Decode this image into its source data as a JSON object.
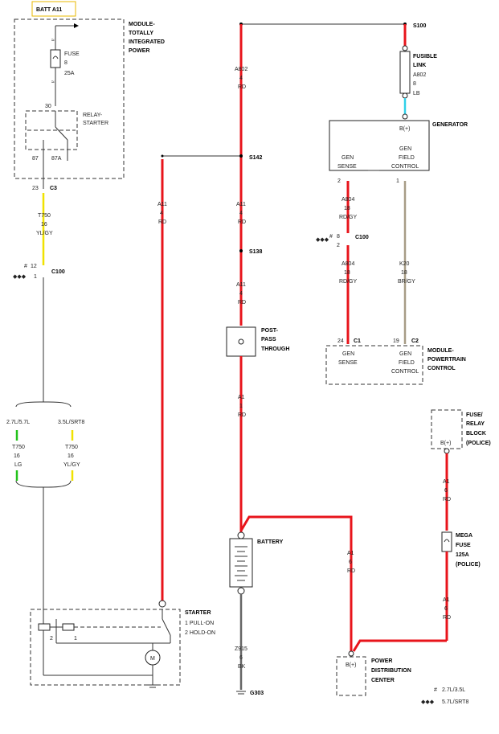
{
  "batt_label": "BATT A11",
  "modules": {
    "tipm": [
      "MODULE-",
      "TOTALLY",
      "INTEGRATED",
      "POWER"
    ],
    "fuse": [
      "FUSE",
      "8",
      "25A"
    ],
    "relay": [
      "RELAY-",
      "STARTER"
    ],
    "relay_pins": {
      "p30": "30",
      "p87": "87",
      "p87a": "87A"
    },
    "generator": "GENERATOR",
    "gen_bplus": "B(+)",
    "gen_sense": [
      "GEN",
      "SENSE"
    ],
    "gen_field": [
      "GEN",
      "FIELD",
      "CONTROL"
    ],
    "pcm": [
      "MODULE-",
      "POWERTRAIN",
      "CONTROL"
    ],
    "pcm_sense": [
      "GEN",
      "SENSE"
    ],
    "pcm_field": [
      "GEN",
      "FIELD",
      "CONTROL"
    ],
    "fusible_link": [
      "FUSIBLE",
      "LINK",
      "A802",
      "8",
      "LB"
    ],
    "post": [
      "POST-",
      "PASS",
      "THROUGH"
    ],
    "battery": "BATTERY",
    "starter": "STARTER",
    "starter_modes": [
      "1 PULL-ON",
      "2 HOLD-ON"
    ],
    "starter_pins": {
      "p2": "2",
      "p1": "1"
    },
    "motor": "M",
    "fuse_relay_block": [
      "FUSE/",
      "RELAY",
      "BLOCK",
      "(POLICE)"
    ],
    "frb_bplus": "B(+)",
    "mega_fuse": [
      "MEGA",
      "FUSE",
      "125A",
      "(POLICE)"
    ],
    "pdc": [
      "POWER",
      "DISTRIBUTION",
      "CENTER"
    ],
    "pdc_bplus": "B(+)"
  },
  "connectors": {
    "c3": "C3",
    "c3_pin": "23",
    "c100_left": "C100",
    "c100_left_pins": [
      "12",
      "1"
    ],
    "c100_right": "C100",
    "c100_right_pins": [
      "8",
      "2"
    ],
    "c1": "C1",
    "c1_pin": "24",
    "c2": "C2",
    "c2_pin": "19",
    "gen_pins": [
      "2",
      "1"
    ],
    "splices": [
      "S100",
      "S142",
      "S138"
    ],
    "ground": "G303"
  },
  "wires": {
    "a802": [
      "A802",
      "4",
      "RD"
    ],
    "a11_left": [
      "A11",
      "4",
      "RD"
    ],
    "a11_mid1": [
      "A11",
      "4",
      "RD"
    ],
    "a11_mid2": [
      "A11",
      "4",
      "RD"
    ],
    "a1_1": [
      "A1",
      "1",
      "RD"
    ],
    "t750_top": [
      "T750",
      "16",
      "YL/GY"
    ],
    "engine_left": "2.7L/5.7L",
    "engine_right": "3.5L/SRT8",
    "t750_lg": [
      "T750",
      "16",
      "LG"
    ],
    "t750_yl": [
      "T750",
      "16",
      "YL/GY"
    ],
    "a804_1": [
      "A804",
      "18",
      "RD/GY"
    ],
    "a804_2": [
      "A804",
      "18",
      "RD/GY"
    ],
    "k20": [
      "K20",
      "18",
      "BR/GY"
    ],
    "a1_6a": [
      "A1",
      "6",
      "RD"
    ],
    "a1_6b": [
      "A1",
      "6",
      "RD"
    ],
    "a1_6c": [
      "A1",
      "6",
      "RD"
    ],
    "z915": [
      "Z915",
      "6",
      "BK"
    ]
  },
  "legend": {
    "hash_text": "2.7L/3.5L",
    "diamond_text": "5.7L/SRT8"
  }
}
